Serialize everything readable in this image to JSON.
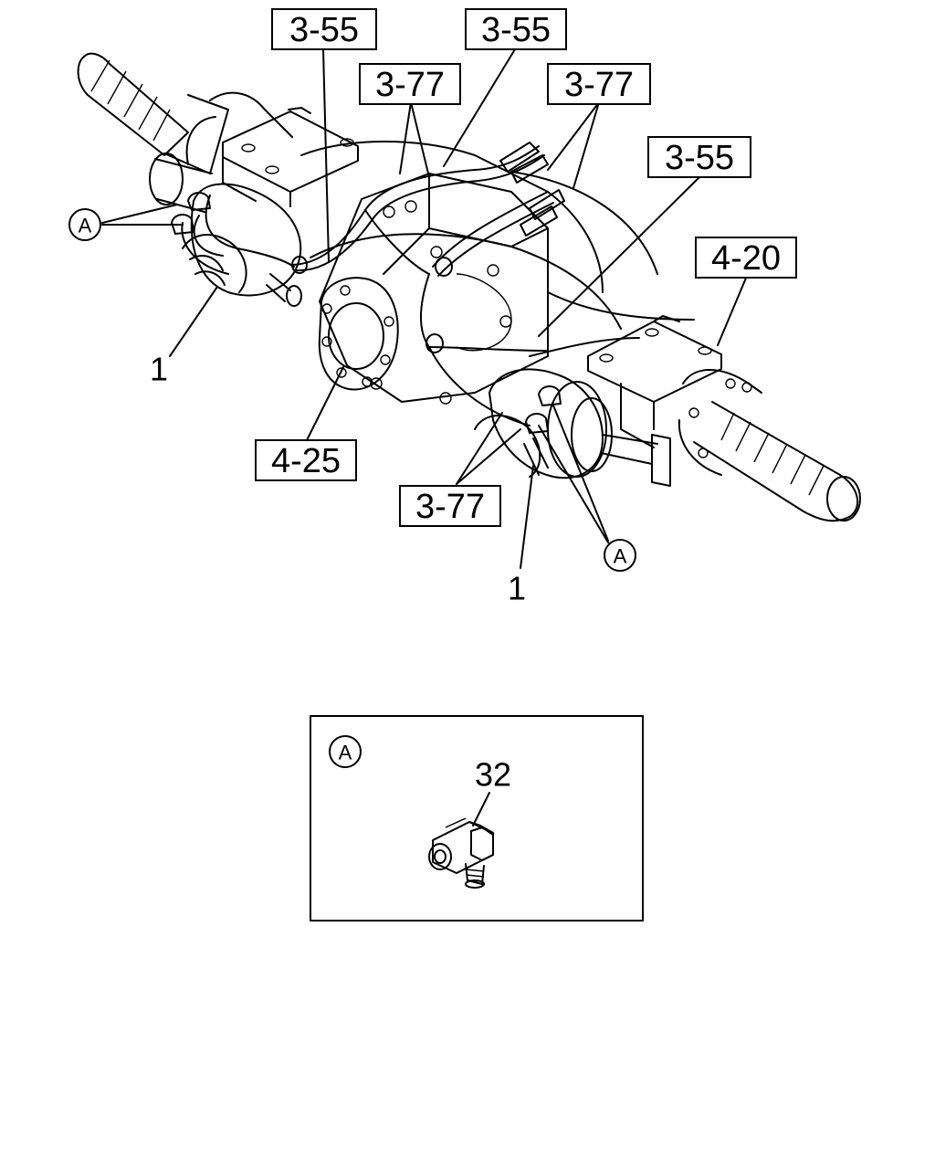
{
  "callouts": {
    "ref_355_a": "3-55",
    "ref_355_b": "3-55",
    "ref_355_c": "3-55",
    "ref_377_a": "3-77",
    "ref_377_b": "3-77",
    "ref_377_c": "3-77",
    "ref_420": "4-20",
    "ref_425": "4-25",
    "part_1_left": "1",
    "part_1_bottom": "1",
    "detail_a_left": "A",
    "detail_a_right": "A"
  },
  "detail": {
    "label": "A",
    "part_number": "32"
  }
}
